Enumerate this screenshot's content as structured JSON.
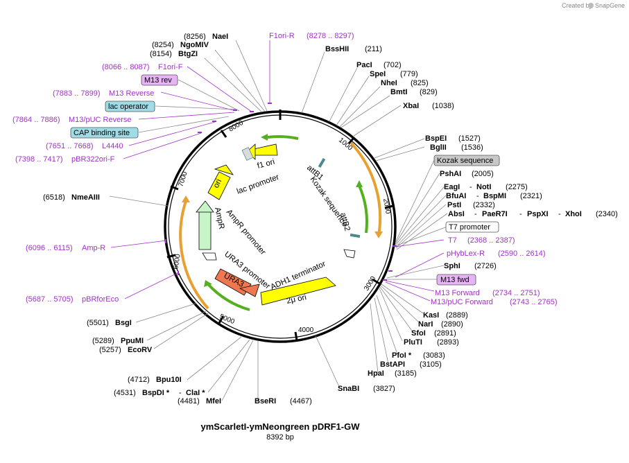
{
  "credit": {
    "text": "Created by",
    "brand": "SnapGene"
  },
  "map": {
    "title": "ymScarletI-ymNeongreen pDRF1-GW",
    "size_label": "8392 bp",
    "total_bp": 8392
  },
  "ticks": [
    "1000",
    "2000",
    "3000",
    "4000",
    "5000",
    "6000",
    "7000",
    "8000"
  ],
  "sites": {
    "s1": {
      "pos": "(8256)",
      "name": "NaeI"
    },
    "s2": {
      "pos": "(8254)",
      "name": "NgoMIV"
    },
    "s3": {
      "pos": "(8154)",
      "name": "BtgZI"
    },
    "s4": {
      "name": "BssHII",
      "pos": "(211)"
    },
    "s5": {
      "name": "PacI",
      "pos": "(702)"
    },
    "s6": {
      "name": "SpeI",
      "pos": "(779)"
    },
    "s7": {
      "name": "NheI",
      "pos": "(825)"
    },
    "s8": {
      "name": "BmtI",
      "pos": "(829)"
    },
    "s9": {
      "name": "XbaI",
      "pos": "(1038)"
    },
    "s10": {
      "name": "BspEI",
      "pos": "(1527)"
    },
    "s11": {
      "name": "BglII",
      "pos": "(1536)"
    },
    "s12": {
      "name": "PshAI",
      "pos": "(2005)"
    },
    "s13": {
      "name": "EagI",
      "sep": "-",
      "name2": "NotI",
      "pos": "(2275)"
    },
    "s14": {
      "name": "BfuAI",
      "sep": "-",
      "name2": "BspMI",
      "pos": "(2321)"
    },
    "s15": {
      "name": "PstI",
      "pos": "(2332)"
    },
    "s16": {
      "name": "AbsI",
      "sep": "-",
      "name2": "PaeR7I",
      "sep2": "-",
      "name3": "PspXI",
      "sep3": "-",
      "name4": "XhoI",
      "pos": "(2340)"
    },
    "s17": {
      "name": "SphI",
      "pos": "(2726)"
    },
    "s18": {
      "name": "KasI",
      "pos": "(2889)"
    },
    "s19": {
      "name": "NarI",
      "pos": "(2890)"
    },
    "s20": {
      "name": "SfoI",
      "pos": "(2891)"
    },
    "s21": {
      "name": "PluTI",
      "pos": "(2893)"
    },
    "s22": {
      "name": "PfoI *",
      "pos": "(3083)"
    },
    "s23": {
      "name": "BstAPI",
      "pos": "(3105)"
    },
    "s24": {
      "name": "HpaI",
      "pos": "(3185)"
    },
    "s25": {
      "name": "SnaBI",
      "pos": "(3827)"
    },
    "s26": {
      "name": "BseRI",
      "pos": "(4467)"
    },
    "s27": {
      "pos": "(4481)",
      "name": "MfeI"
    },
    "s28": {
      "pos": "(4531)",
      "name": "BspDI *",
      "sep": "-",
      "name2": "ClaI *"
    },
    "s29": {
      "pos": "(4712)",
      "name": "Bpu10I"
    },
    "s30": {
      "pos": "(5257)",
      "name": "EcoRV"
    },
    "s31": {
      "pos": "(5289)",
      "name": "PpuMI"
    },
    "s32": {
      "pos": "(5501)",
      "name": "BsgI"
    },
    "s33": {
      "pos": "(6518)",
      "name": "NmeAIII"
    }
  },
  "primers": {
    "p1": {
      "name": "F1ori-R",
      "range": "(8278 .. 8297)"
    },
    "p2": {
      "range": "(8066 .. 8087)",
      "name": "F1ori-F"
    },
    "p3": {
      "range": "(7883 .. 7899)",
      "name": "M13 Reverse"
    },
    "p4": {
      "range": "(7864 .. 7886)",
      "name": "M13/pUC Reverse"
    },
    "p5": {
      "range": "(7651 .. 7668)",
      "name": "L4440"
    },
    "p6": {
      "range": "(7398 .. 7417)",
      "name": "pBR322ori-F"
    },
    "p7": {
      "range": "(6096 .. 6115)",
      "name": "Amp-R"
    },
    "p8": {
      "range": "(5687 .. 5705)",
      "name": "pBRforEco"
    },
    "p9": {
      "name": "T7",
      "range": "(2368 .. 2387)"
    },
    "p10": {
      "name": "pHybLex-R",
      "range": "(2590 .. 2614)"
    },
    "p11": {
      "name": "M13 Forward",
      "range": "(2734 .. 2751)"
    },
    "p12": {
      "name": "M13/pUC Forward",
      "range": "(2743 .. 2765)"
    }
  },
  "boxes": {
    "m13rev": "M13 rev",
    "lacop": "lac operator",
    "cap": "CAP binding site",
    "kozak": "Kozak sequence",
    "t7prom": "T7 promoter",
    "m13fwd": "M13 fwd"
  },
  "features": {
    "f1ori": "f1 ori",
    "lacprom": "lac promoter",
    "ori": "ori",
    "ampr": "AmpR",
    "amprprom": "AmpR promoter",
    "ura3prom": "URA3 promoter",
    "ura3": "URA3",
    "twomu": "2μ ori",
    "adh1": "ADH1 terminator",
    "attb1": "attB1",
    "kozak": "Kozak sequence",
    "attb2": "attB2"
  },
  "colors": {
    "primer": "#a030c8",
    "yellow": "#ffff00",
    "green_arrow": "#55b020",
    "orange_arrow": "#e8a030",
    "ampr": "#c8f5c8",
    "ura3": "#f07850",
    "teal": "#4a8a8a",
    "box_purple": "#e6b4f5",
    "box_cyan": "#a0dce6",
    "box_gray": "#c8c8c8"
  }
}
